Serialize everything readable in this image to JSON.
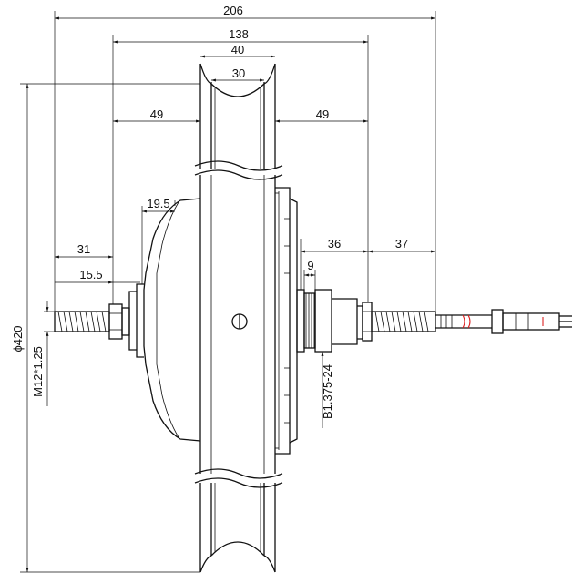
{
  "dimensions": {
    "overall_width": "206",
    "between_dropouts": "138",
    "rim_outer": "40",
    "rim_inner": "30",
    "left_flange": "49",
    "right_flange": "49",
    "left_axle": "31",
    "left_shoulder": "15.5",
    "left_cover": "19.5",
    "right_freewheel": "36",
    "right_axle": "37",
    "freewheel_small": "9",
    "wheel_diameter": "ϕ420",
    "axle_thread": "M12*1.25",
    "freewheel_thread": "B1.375-24"
  },
  "colors": {
    "line": "#111111",
    "cable_accent": "#dd2222"
  }
}
